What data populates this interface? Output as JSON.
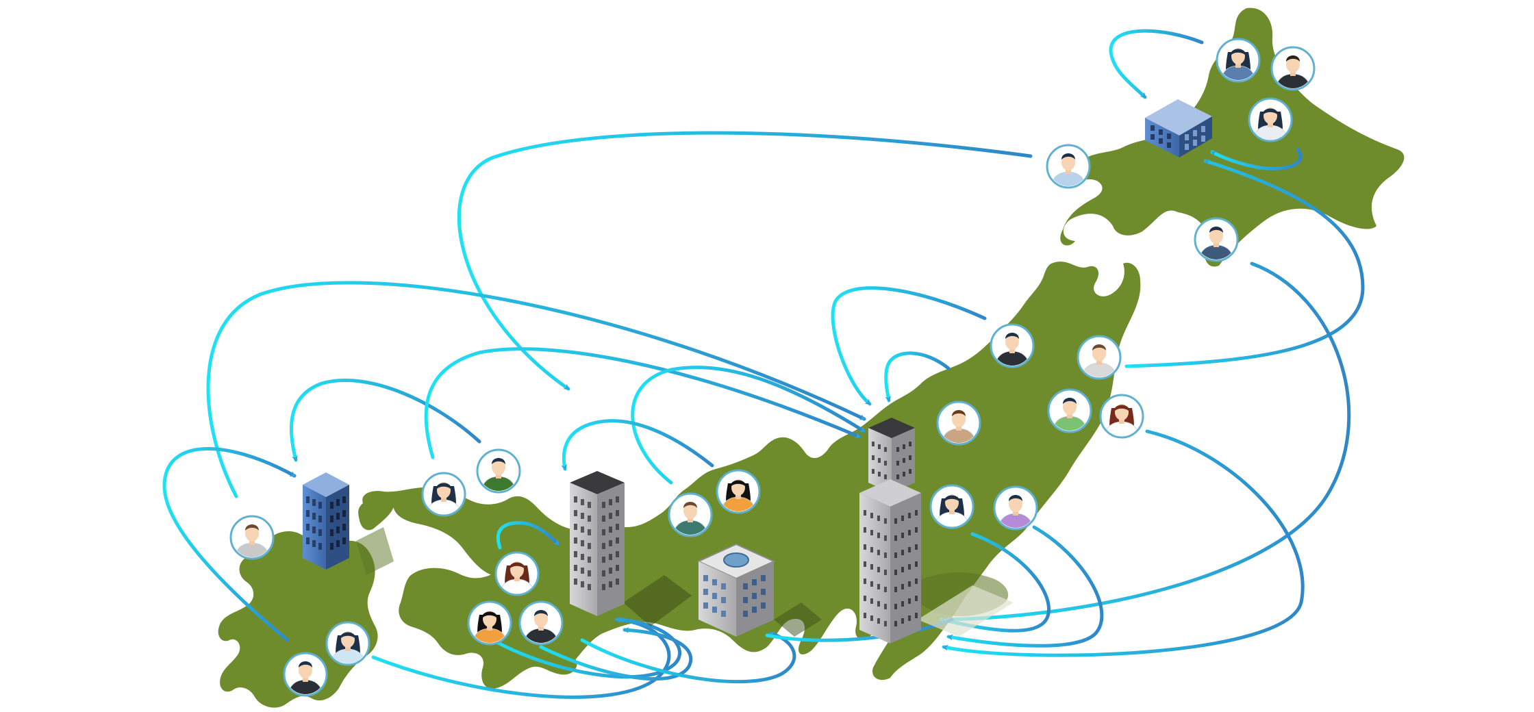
{
  "illustration": {
    "colors": {
      "land": "#6f8c2c",
      "land_shadow": "#5a7323",
      "arrow_start": "#1fe1f4",
      "arrow_end": "#2f86c8",
      "building_blue": "#4a79c1",
      "building_gray": "#b9b9bb",
      "avatar_ring": "#5fb1cf"
    },
    "regions": [
      "hokkaido",
      "honshu",
      "shikoku",
      "kyushu"
    ],
    "hubs": [
      {
        "id": "sapporo-office",
        "type": "low-rise-blue"
      },
      {
        "id": "tokyo-tower",
        "type": "skyscraper-gray"
      },
      {
        "id": "nagoya-office",
        "type": "mid-rise-dome"
      },
      {
        "id": "osaka-tower",
        "type": "high-rise-gray"
      },
      {
        "id": "fukuoka-office",
        "type": "high-rise-blue"
      }
    ],
    "people": [
      {
        "id": "p1",
        "shirt": "#5a7fae",
        "hair": "#1d3047",
        "female": true
      },
      {
        "id": "p2",
        "shirt": "#2b2f36",
        "hair": "#2a2118",
        "female": false
      },
      {
        "id": "p3",
        "shirt": "#eaeef3",
        "hair": "#1d3047",
        "female": true
      },
      {
        "id": "p4",
        "shirt": "#b9d2ec",
        "hair": "#1d3047",
        "female": false
      },
      {
        "id": "p5",
        "shirt": "#3d5a7a",
        "hair": "#1d3047",
        "female": false
      },
      {
        "id": "p6",
        "shirt": "#2b2f36",
        "hair": "#1d3047",
        "female": false
      },
      {
        "id": "p7",
        "shirt": "#d9d9d9",
        "hair": "#6a4a30",
        "female": false
      },
      {
        "id": "p8",
        "shirt": "#c9a582",
        "hair": "#6a3a20",
        "female": false
      },
      {
        "id": "p9",
        "shirt": "#7bc373",
        "hair": "#1d3047",
        "female": false
      },
      {
        "id": "p10",
        "shirt": "#ffffff",
        "hair": "#7a2a1a",
        "female": true
      },
      {
        "id": "p11",
        "shirt": "#ffffff",
        "hair": "#1d3047",
        "female": true
      },
      {
        "id": "p12",
        "shirt": "#b58ad6",
        "hair": "#1d3047",
        "female": false
      },
      {
        "id": "p13",
        "shirt": "#f2a03d",
        "hair": "#111111",
        "female": true
      },
      {
        "id": "p14",
        "shirt": "#3d7a6f",
        "hair": "#6a4a30",
        "female": false
      },
      {
        "id": "p15",
        "shirt": "#3d7a2f",
        "hair": "#1d3047",
        "female": false
      },
      {
        "id": "p16",
        "shirt": "#ffffff",
        "hair": "#1d3047",
        "female": true
      },
      {
        "id": "p17",
        "shirt": "#ffffff",
        "hair": "#6a2a1a",
        "female": true
      },
      {
        "id": "p18",
        "shirt": "#f2a03d",
        "hair": "#111111",
        "female": true
      },
      {
        "id": "p19",
        "shirt": "#2b2f36",
        "hair": "#1d3047",
        "female": false
      },
      {
        "id": "p20",
        "shirt": "#c9c9c9",
        "hair": "#6a4a30",
        "female": false
      },
      {
        "id": "p21",
        "shirt": "#cfe6f5",
        "hair": "#1d3047",
        "female": true
      },
      {
        "id": "p22",
        "shirt": "#2b2f36",
        "hair": "#1d3047",
        "female": false
      }
    ]
  }
}
